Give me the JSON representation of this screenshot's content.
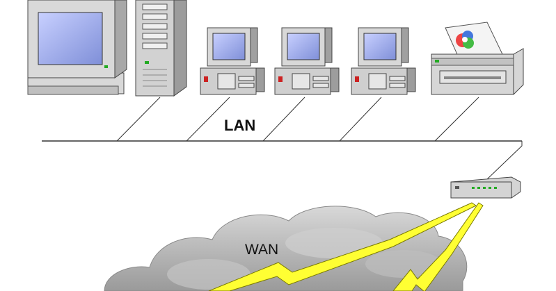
{
  "labels": {
    "lan": "LAN",
    "wan": "WAN"
  },
  "devices": [
    {
      "kind": "workstation",
      "icon": "desktop-computer-icon"
    },
    {
      "kind": "server",
      "icon": "tower-server-icon"
    },
    {
      "kind": "pc",
      "icon": "pc-icon"
    },
    {
      "kind": "pc",
      "icon": "pc-icon"
    },
    {
      "kind": "pc",
      "icon": "pc-icon"
    },
    {
      "kind": "printer",
      "icon": "printer-icon"
    },
    {
      "kind": "router",
      "icon": "router-icon"
    }
  ],
  "colors": {
    "lightning": "#ffff33",
    "cloud": "#b8b8b8",
    "case": "#d4d4d4",
    "screen": "#aab4ee",
    "line": "#333333"
  }
}
